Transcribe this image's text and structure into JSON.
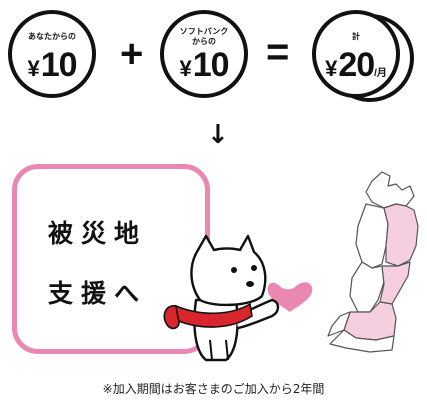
{
  "equation": {
    "coin1": {
      "caption": "あなたからの",
      "currency": "¥",
      "value": "10"
    },
    "plus": "+",
    "coin2": {
      "caption_line1": "ソフトバンク",
      "caption_line2": "からの",
      "currency": "¥",
      "value": "10"
    },
    "equals": "=",
    "total": {
      "caption": "計",
      "currency": "¥",
      "value": "20",
      "unit": "/月"
    }
  },
  "arrow": "↓",
  "message": {
    "line1": "被災地",
    "line2": "支援へ"
  },
  "footnote": "※加入期間はお客さまのご加入から2年間",
  "colors": {
    "accent_pink": "#e988b2",
    "map_fill": "#f5cfe0",
    "scarf_red": "#d9262c",
    "ink": "#111111"
  },
  "icons": {
    "heart": "heart-icon",
    "mascot": "dog-mascot",
    "map": "tohoku-map"
  }
}
